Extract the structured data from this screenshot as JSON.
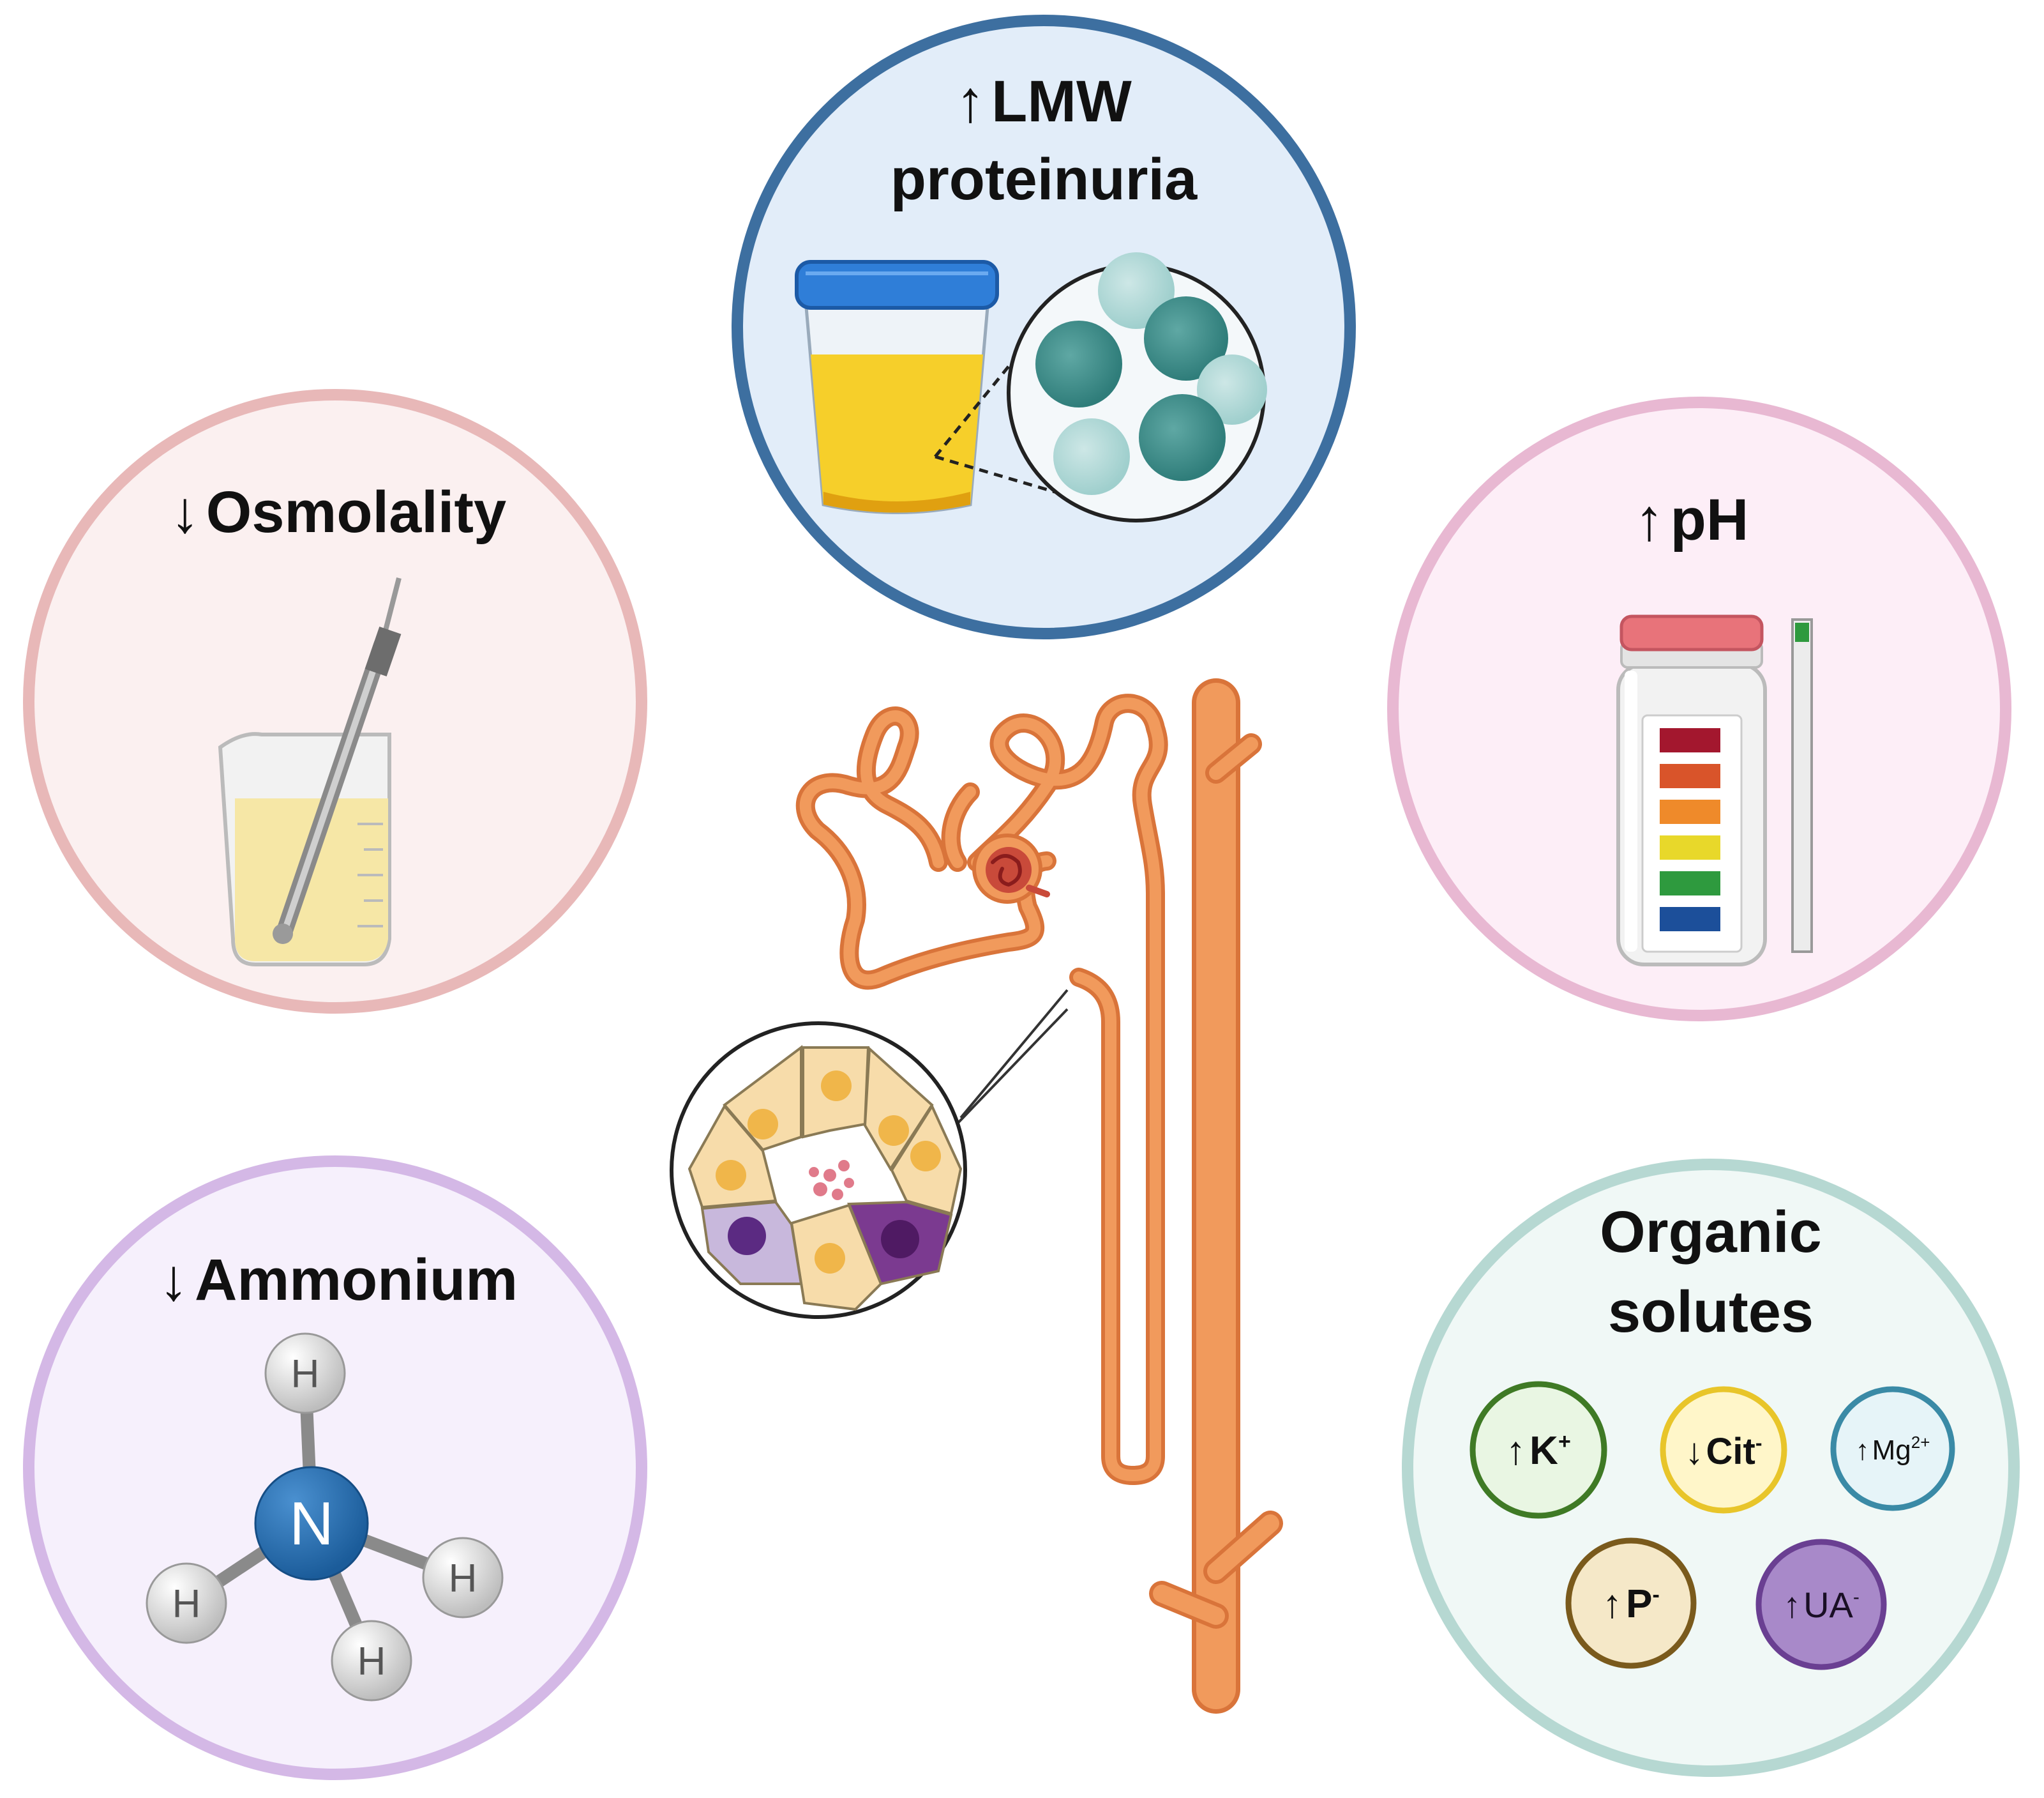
{
  "panels": {
    "lmw": {
      "arrow": "↑",
      "line1": "LMW",
      "line2": "proteinuria"
    },
    "osmolality": {
      "arrow": "↓",
      "text": "Osmolality"
    },
    "ph": {
      "arrow": "↑",
      "text": "pH"
    },
    "ammonium": {
      "arrow": "↓",
      "text": "Ammonium"
    },
    "organic": {
      "line1": "Organic",
      "line2": "solutes"
    }
  },
  "atoms": {
    "center": "N",
    "hydrogen": "H"
  },
  "solutes": {
    "k": {
      "arrow": "↑",
      "base": "K",
      "sup": "+"
    },
    "cit": {
      "arrow": "↓",
      "base": "Cit",
      "sup": "-"
    },
    "mg": {
      "arrow": "↑",
      "base": "Mg",
      "sup": "2+"
    },
    "p": {
      "arrow": "↑",
      "base": "P",
      "sup": "-"
    },
    "ua": {
      "arrow": "↑",
      "base": "UA",
      "sup": "-"
    }
  },
  "colors": {
    "lmw_border": "#3d6fa0",
    "lmw_fill": "#e2edf9",
    "osmo_border": "#e8b8b8",
    "osmo_fill": "#fbf0f0",
    "ph_border": "#e8b8d2",
    "ph_fill": "#fdeef7",
    "amm_border": "#d4b8e6",
    "amm_fill": "#f6f0fc",
    "org_border": "#b6d8d2",
    "org_fill": "#f0f8f6",
    "tubule": "#f19a5c",
    "tubule_edge": "#d9743a",
    "strip_colors": [
      "#a3172e",
      "#d9542a",
      "#ef8a2a",
      "#e8d82a",
      "#2e9a3e",
      "#1c4f9a"
    ]
  }
}
